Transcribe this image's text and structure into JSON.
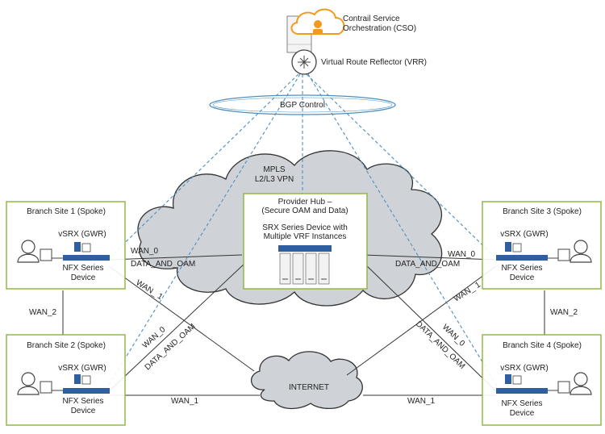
{
  "cso": {
    "label_line1": "Contrail Service",
    "label_line2": "Orchestration (CSO)"
  },
  "vrr": {
    "label": "Virtual Route Reflector (VRR)"
  },
  "bgp": {
    "label": "BGP Control"
  },
  "mpls": {
    "line1": "MPLS",
    "line2": "L2/L3 VPN"
  },
  "hub": {
    "title_line1": "Provider Hub –",
    "title_line2": "(Secure OAM and Data)",
    "device_line1": "SRX Series Device with",
    "device_line2": "Multiple VRF Instances"
  },
  "internet": {
    "label": "INTERNET"
  },
  "sites": {
    "s1": {
      "title": "Branch Site 1 (Spoke)",
      "vsrx": "vSRX (GWR)",
      "dev1": "NFX Series",
      "dev2": "Device"
    },
    "s2": {
      "title": "Branch Site 2 (Spoke)",
      "vsrx": "vSRX (GWR)",
      "dev1": "NFX Series",
      "dev2": "Device"
    },
    "s3": {
      "title": "Branch Site 3 (Spoke)",
      "vsrx": "vSRX (GWR)",
      "dev1": "NFX Series",
      "dev2": "Device"
    },
    "s4": {
      "title": "Branch Site 4 (Spoke)",
      "vsrx": "vSRX (GWR)",
      "dev1": "NFX Series",
      "dev2": "Device"
    }
  },
  "links": {
    "wan0": "WAN_0",
    "wan1": "WAN_1",
    "wan1b": "WAN_ 1",
    "wan2": "WAN_2",
    "dao": "DATA_AND_OAM"
  },
  "colors": {
    "cso_orange": "#f39a1e",
    "cloud_fill": "#cfd3d8",
    "hub_border": "#8cb43a",
    "bgp_ring": "#4f8fc0",
    "dashed_link": "#4f8fc0",
    "site_border": "#8cb43a",
    "device_blue": "#2f5f9e"
  }
}
